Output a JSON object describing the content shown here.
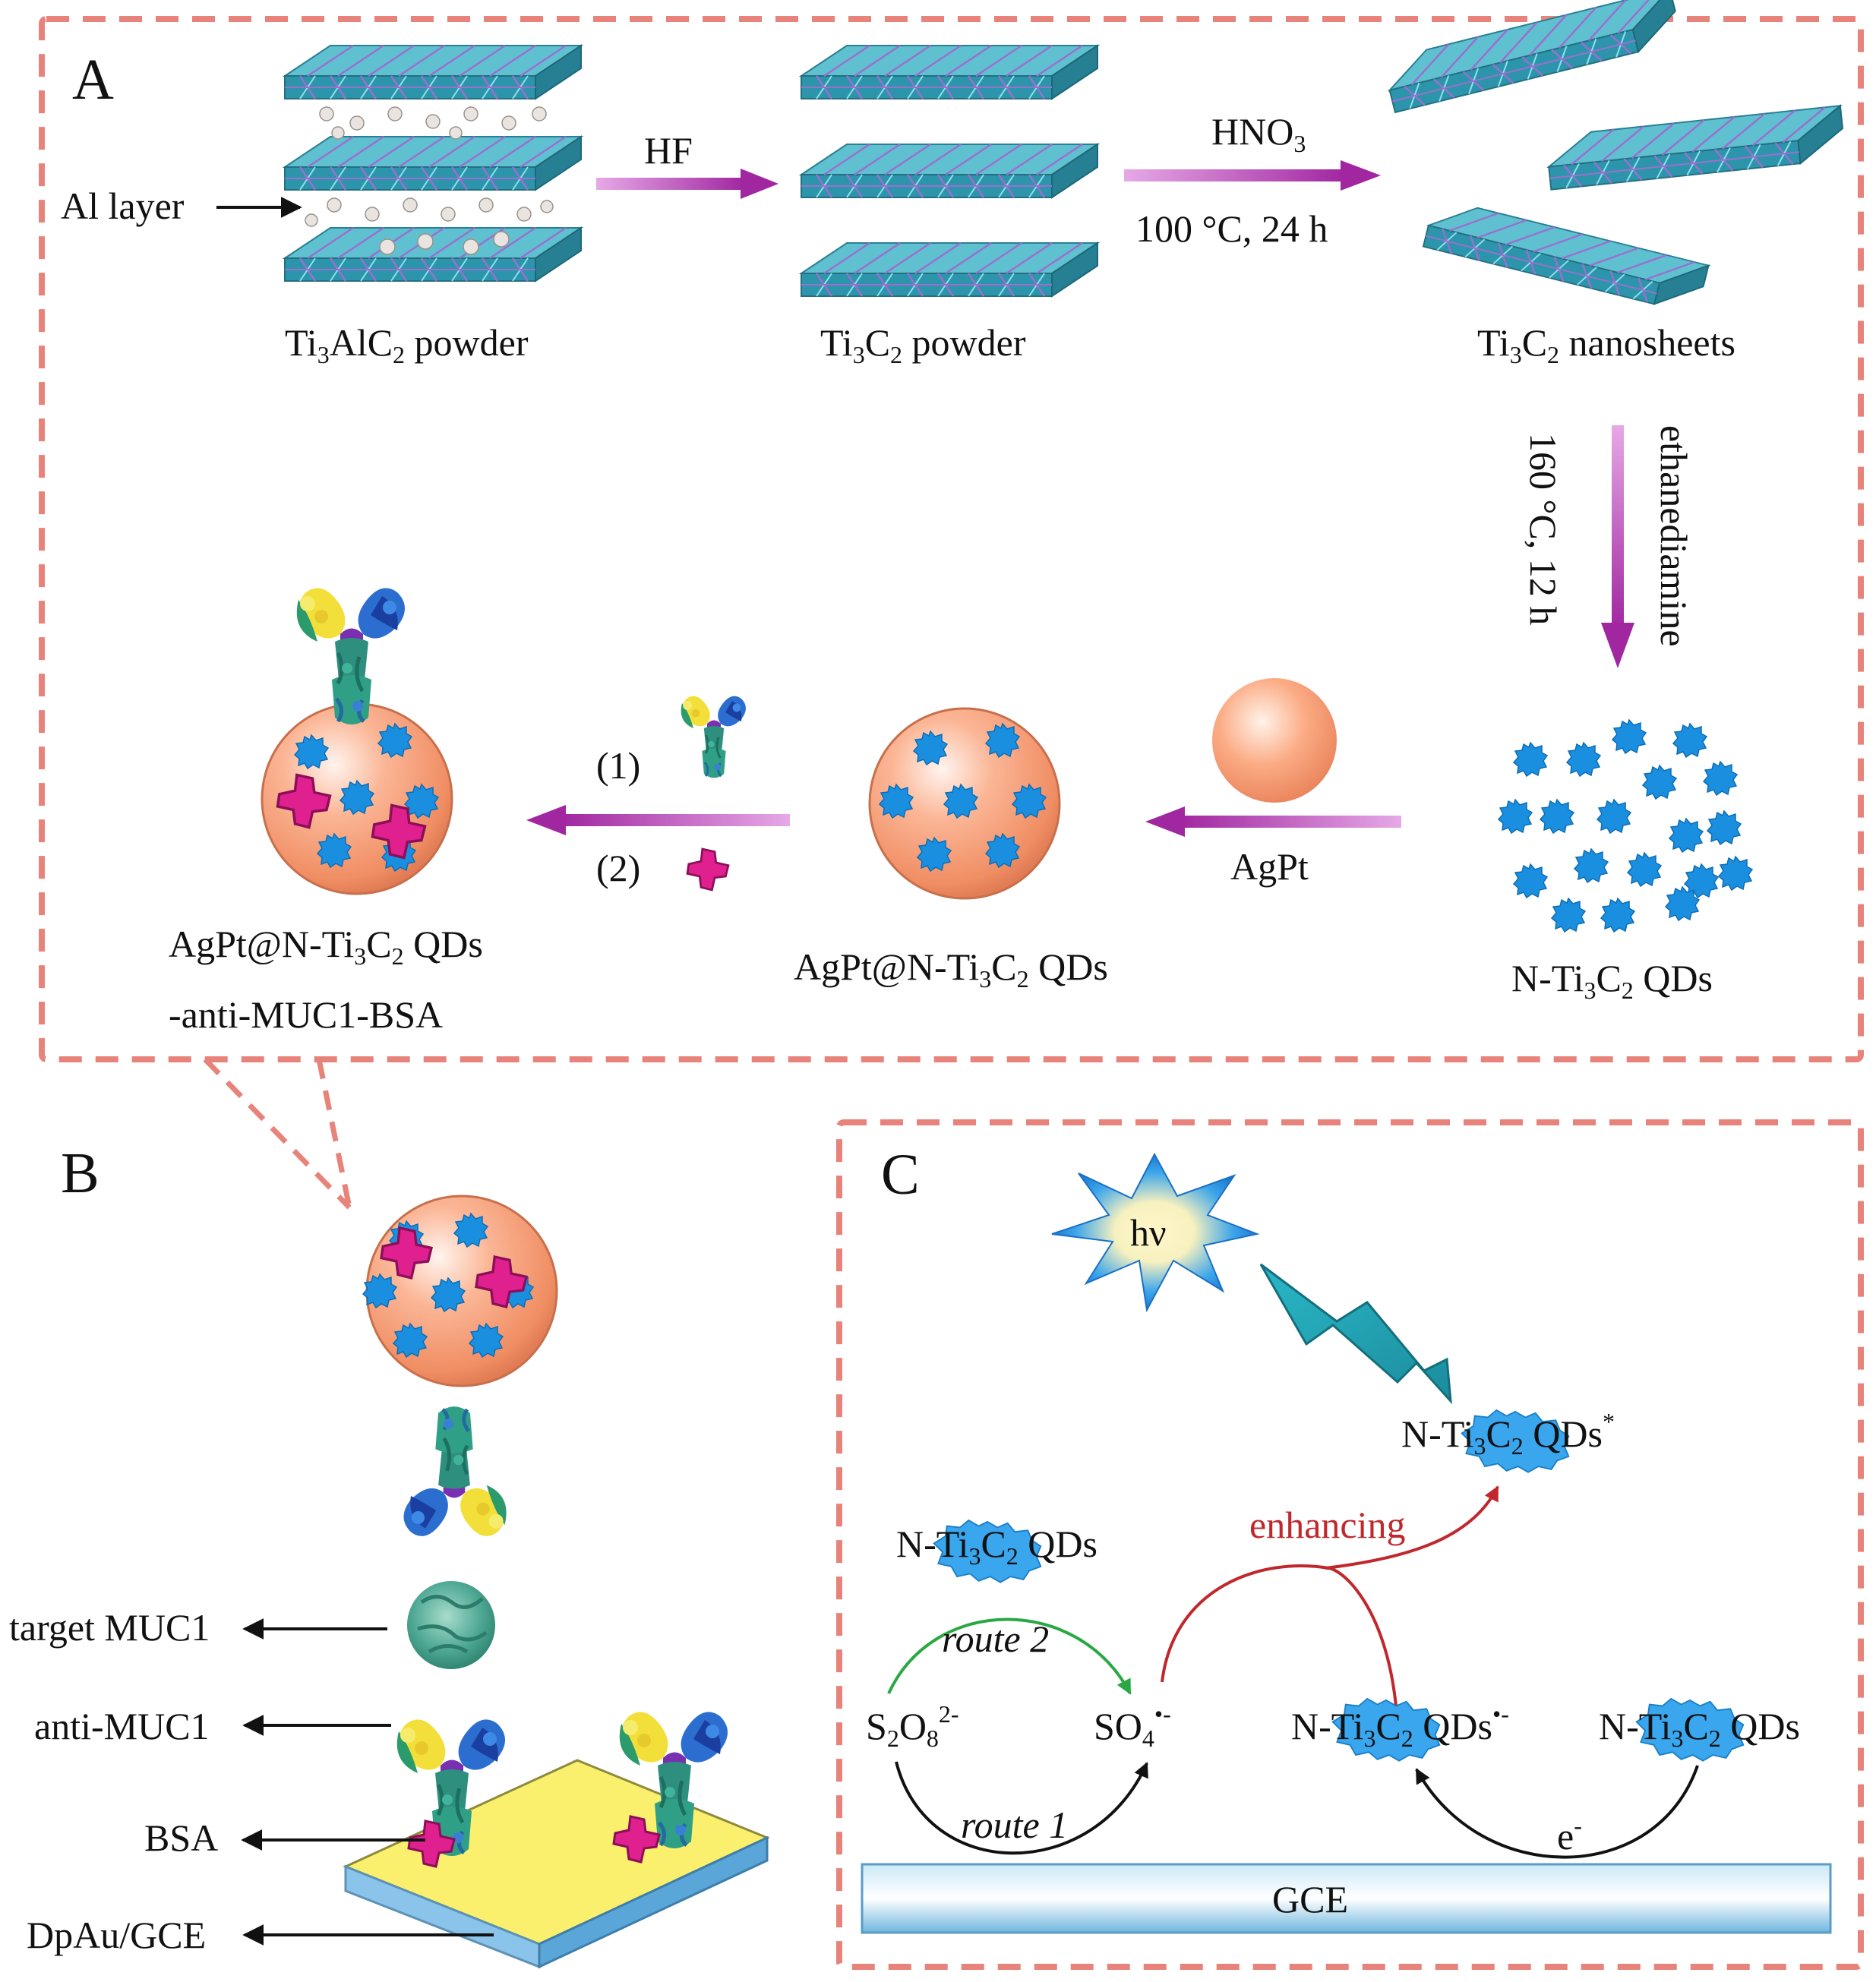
{
  "panels": {
    "A": {
      "letter": "A",
      "al_layer": "Al layer",
      "hf": "HF",
      "hno3_main": "HNO",
      "hno3_sub": "3",
      "hno3_cond": "100 °C,  24 h",
      "ti3alc2": {
        "a": "Ti",
        "b": "3",
        "c": "AlC",
        "d": "2",
        "e": " powder"
      },
      "ti3c2_powder": {
        "a": "Ti",
        "b": "3",
        "c": "C",
        "d": "2",
        "e": " powder"
      },
      "ti3c2_nano": {
        "a": "Ti",
        "b": "3",
        "c": "C",
        "d": "2",
        "e": " nanosheets"
      },
      "ethanediamine": "ethanediamine",
      "temp_time": "160 °C, 12 h",
      "nqds": {
        "a": "N-Ti",
        "b": "3",
        "c": "C",
        "d": "2",
        "e": "  QDs"
      },
      "agpt": "AgPt",
      "agpt_nqds": {
        "a": "AgPt@N-Ti",
        "b": "3",
        "c": "C",
        "d": "2",
        "e": " QDs"
      },
      "step1": "(1)",
      "step2": "(2)",
      "final_line1": {
        "a": "AgPt@N-Ti",
        "b": "3",
        "c": "C",
        "d": "2",
        "e": " QDs"
      },
      "final_line2": "-anti-MUC1-BSA"
    },
    "B": {
      "letter": "B",
      "target": "target MUC1",
      "anti": "anti-MUC1",
      "bsa": "BSA",
      "electrode": "DpAu/GCE"
    },
    "C": {
      "letter": "C",
      "hv": "hν",
      "excited": {
        "a": "N-Ti",
        "b": "3",
        "c": "C",
        "d": "2",
        "e": "  QDs",
        "f": "*"
      },
      "enhancing": "enhancing",
      "nqds_left": {
        "a": "N-Ti",
        "b": "3",
        "c": "C",
        "d": "2",
        "e": "  QDs"
      },
      "route2": "route 2",
      "route1": "route 1",
      "s2o8": {
        "a": "S",
        "b": "2",
        "c": "O",
        "d": "8",
        "e": "2-"
      },
      "so4": {
        "a": "SO",
        "b": "4",
        "c": "•-"
      },
      "nqds_radical": {
        "a": "N-Ti",
        "b": "3",
        "c": "C",
        "d": "2",
        "e": "  QDs",
        "f": "•-"
      },
      "nqds_right": {
        "a": "N-Ti",
        "b": "3",
        "c": "C",
        "d": "2",
        "e": "  QDs"
      },
      "electron": "e",
      "electron_sup": "-",
      "gce": "GCE"
    }
  },
  "colors": {
    "dashed_border": "#e8837b",
    "arrow_purple": "#b438b4",
    "sheet_teal": "#2e9fb0",
    "qd_blue": "#1a8fe0",
    "sphere_orange": "#f4a07a",
    "enhancing_red": "#c0282d",
    "route2_green": "#2aa843",
    "gce_blue": "#9fd0ec"
  }
}
